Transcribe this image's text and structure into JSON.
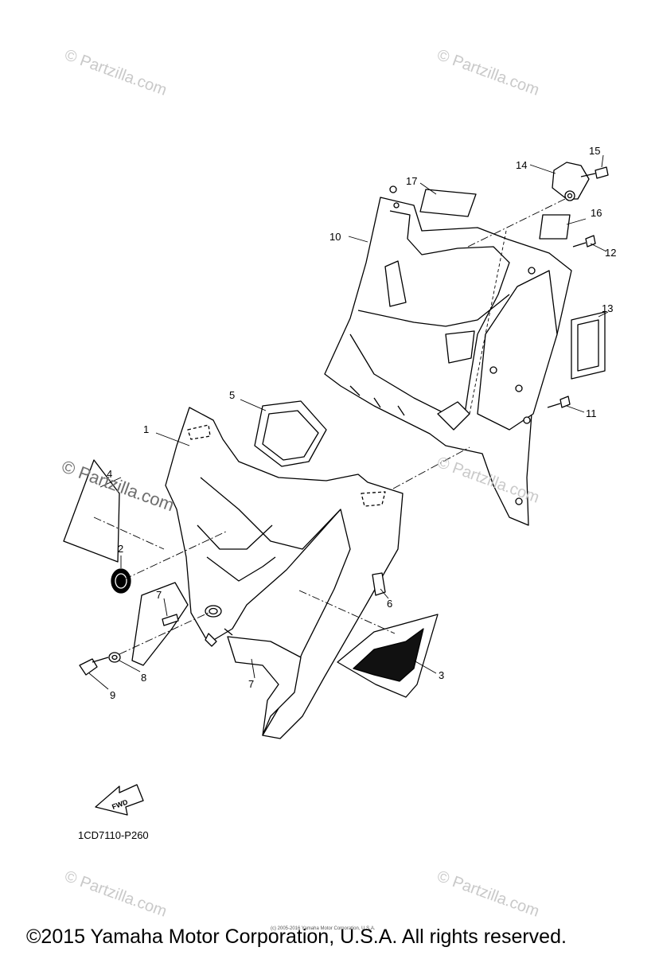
{
  "diagram_code": "1CD7110-P260",
  "copyright": "©2015 Yamaha Motor Corporation, U.S.A. All rights reserved.",
  "small_print": "(c) 2005-2016 Yamaha Motor Corporation, U.S.A.",
  "fwd_label": "FWD",
  "watermark": "© Partzilla.com",
  "watermark_dark": "© Partzilla.com",
  "callouts": [
    "1",
    "2",
    "3",
    "4",
    "5",
    "6",
    "7",
    "7",
    "8",
    "9",
    "10",
    "11",
    "12",
    "13",
    "14",
    "15",
    "16",
    "17"
  ]
}
